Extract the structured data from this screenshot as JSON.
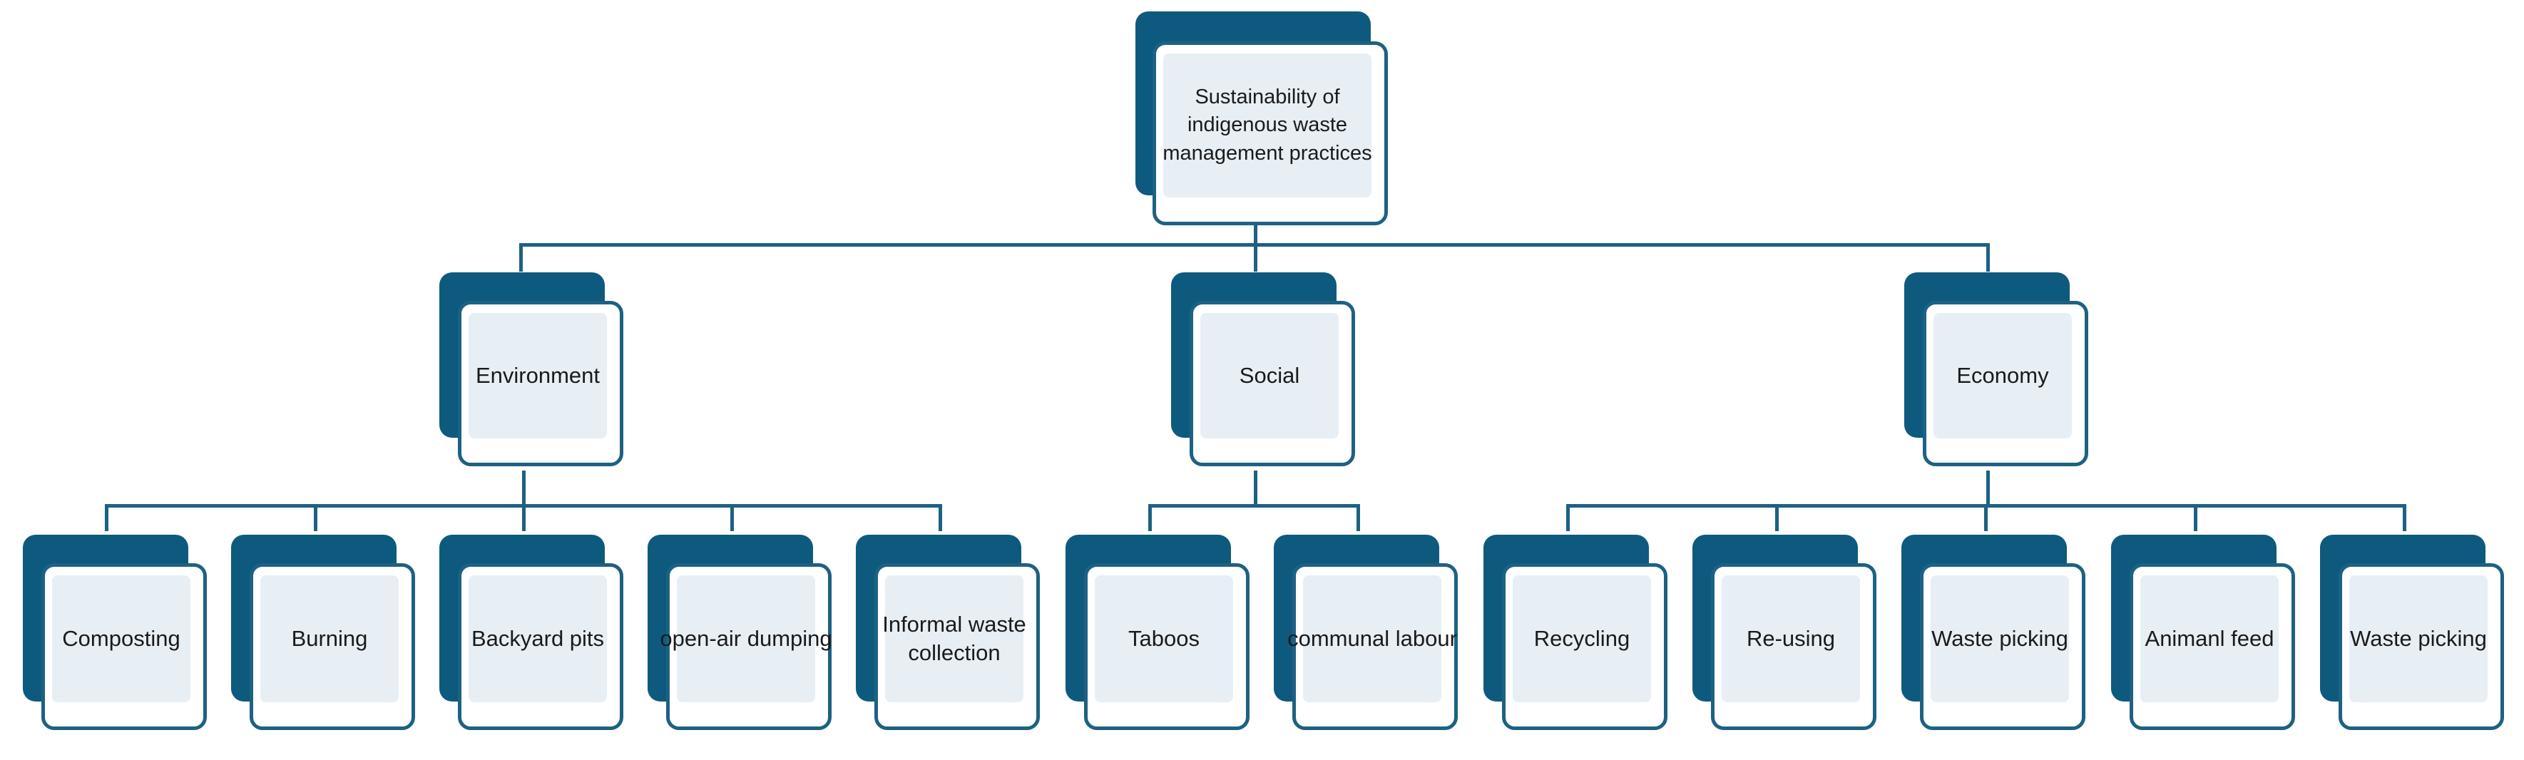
{
  "diagram": {
    "root": {
      "label_lines": [
        "Sustainability of",
        "indigenous waste",
        "management practices"
      ]
    },
    "categories": [
      {
        "label": "Environment",
        "children": [
          {
            "label_lines": [
              "Composting"
            ]
          },
          {
            "label_lines": [
              "Burning"
            ]
          },
          {
            "label_lines": [
              "Backyard pits"
            ]
          },
          {
            "label_lines": [
              "open-air dumping"
            ]
          },
          {
            "label_lines": [
              "Informal waste",
              "collection"
            ]
          }
        ]
      },
      {
        "label": "Social",
        "children": [
          {
            "label_lines": [
              "Taboos"
            ]
          },
          {
            "label_lines": [
              "communal labour"
            ]
          }
        ]
      },
      {
        "label": "Economy",
        "children": [
          {
            "label_lines": [
              "Recycling"
            ]
          },
          {
            "label_lines": [
              "Re-using"
            ]
          },
          {
            "label_lines": [
              "Waste picking"
            ]
          },
          {
            "label_lines": [
              "Animanl feed"
            ]
          },
          {
            "label_lines": [
              "Waste picking"
            ]
          }
        ]
      }
    ],
    "colors": {
      "shadow": "#0e5a7e",
      "border": "#1d6183",
      "fill": "#e7eff5",
      "connector": "#1d6183"
    }
  }
}
